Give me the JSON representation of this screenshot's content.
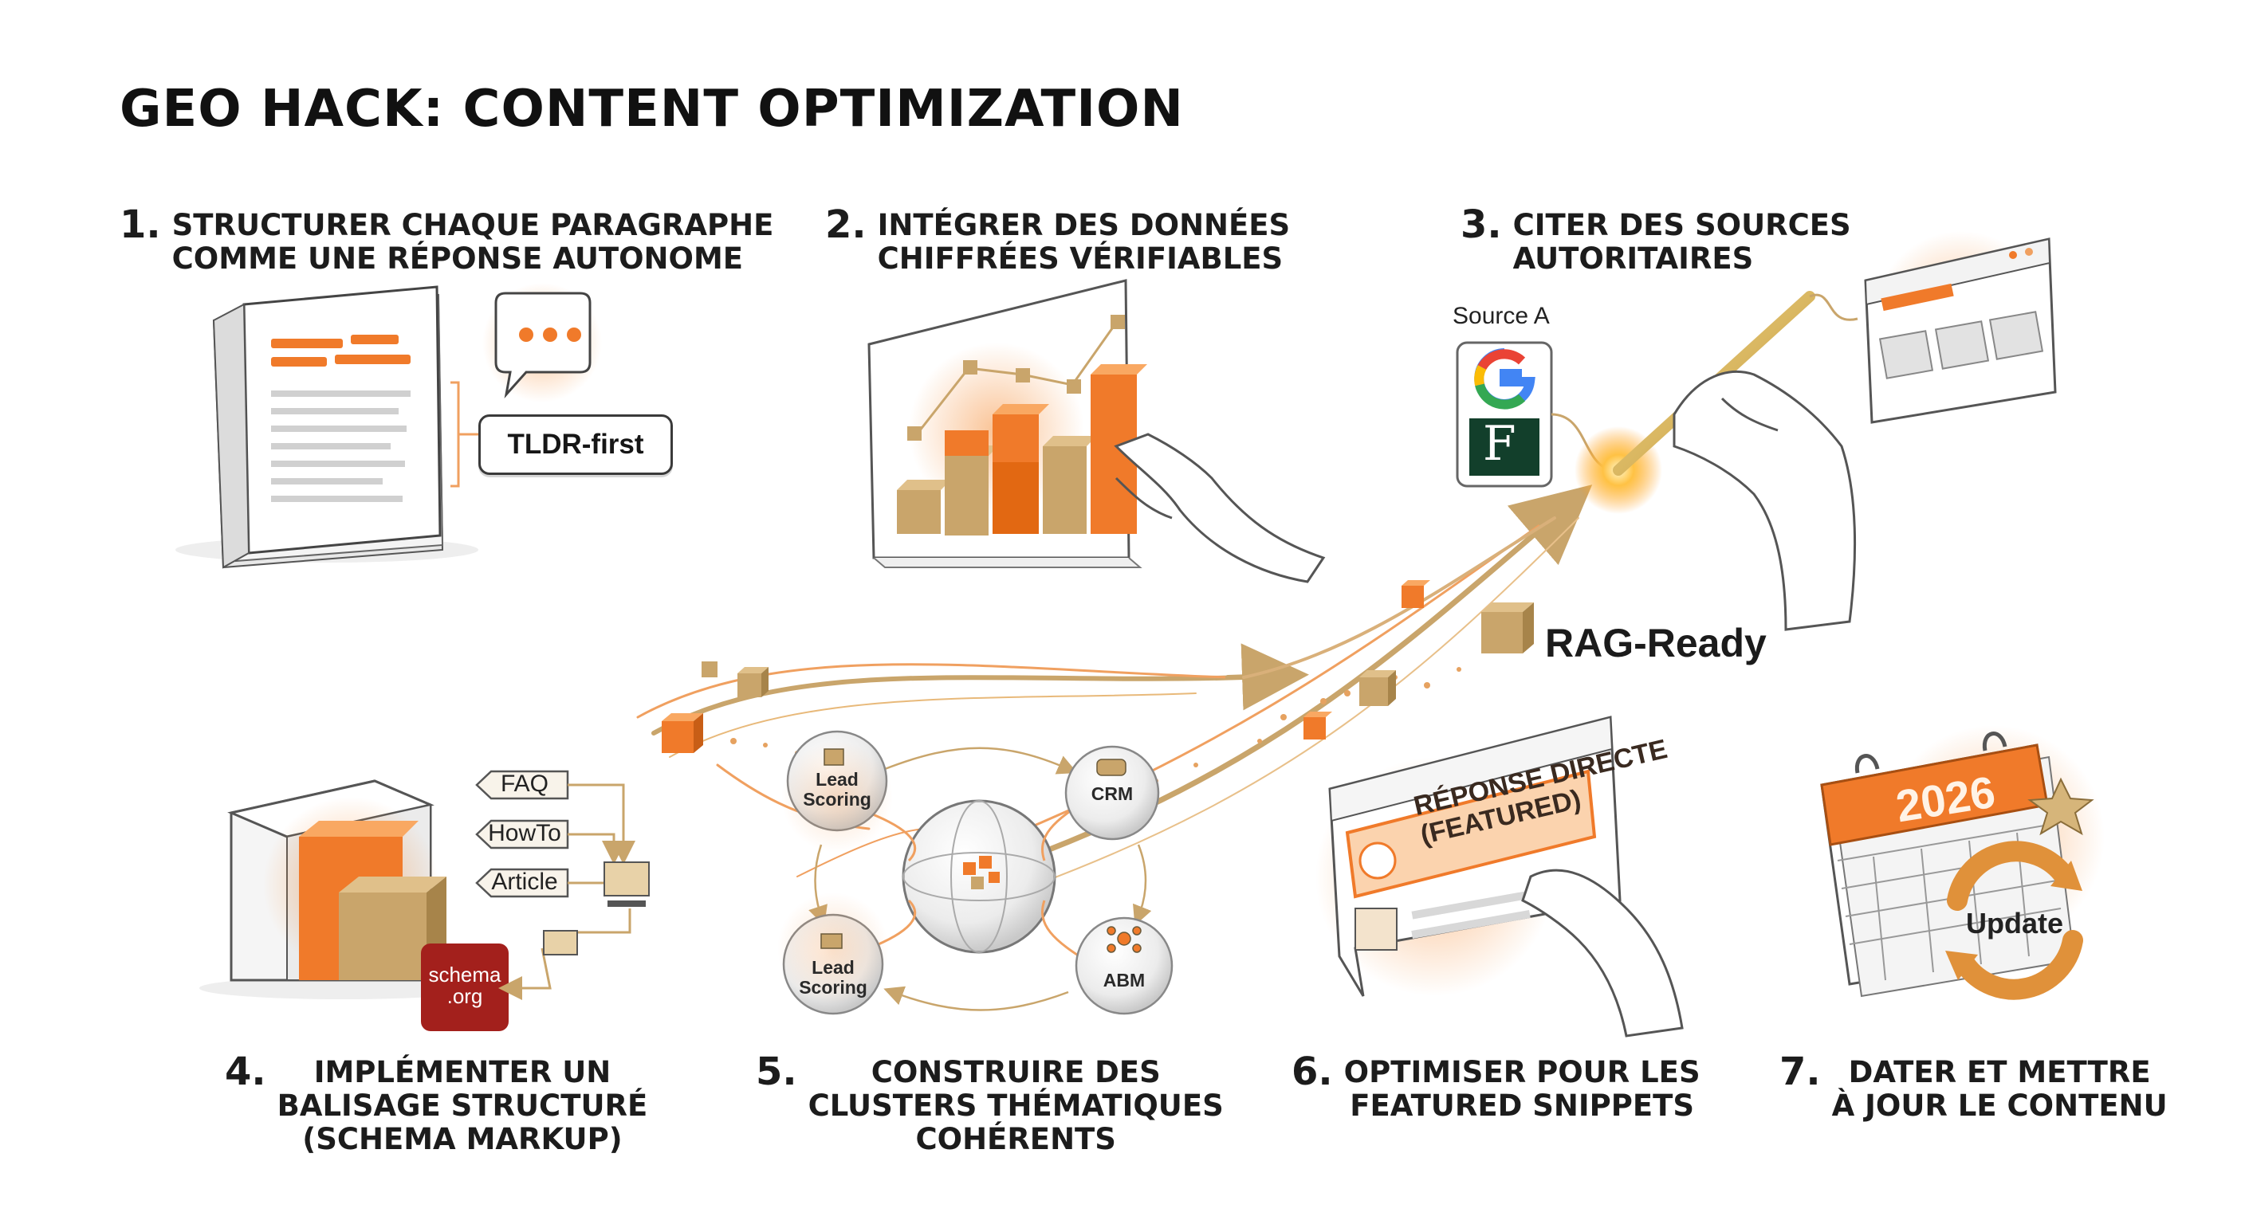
{
  "title": "GEO HACK: CONTENT OPTIMIZATION",
  "steps": [
    {
      "num": "1.",
      "lines": [
        "STRUCTURER CHAQUE PARAGRAPHE",
        "COMME UNE RÉPONSE AUTONOME"
      ]
    },
    {
      "num": "2.",
      "lines": [
        "INTÉGRER DES DONNÉES",
        "CHIFFRÉES VÉRIFIABLES"
      ]
    },
    {
      "num": "3.",
      "lines": [
        "CITER DES SOURCES",
        "AUTORITAIRES"
      ]
    },
    {
      "num": "4.",
      "lines": [
        "IMPLÉMENTER UN",
        "BALISAGE STRUCTURÉ",
        "(SCHEMA MARKUP)"
      ]
    },
    {
      "num": "5.",
      "lines": [
        "CONSTRUIRE DES",
        "CLUSTERS THÉMATIQUES",
        "COHÉRENTS"
      ]
    },
    {
      "num": "6.",
      "lines": [
        "OPTIMISER POUR LES",
        "FEATURED SNIPPETS"
      ]
    },
    {
      "num": "7.",
      "lines": [
        "DATER ET METTRE",
        "À JOUR LE CONTENU"
      ]
    }
  ],
  "labels": {
    "tldr": "TLDR-first",
    "source_a": "Source A",
    "source_f": "F",
    "rag_ready": "RAG-Ready",
    "schema_org": "schema\n.org",
    "featured_line1": "RÉPONSE DIRECTE",
    "featured_line2": "(FEATURED)",
    "year": "2026",
    "update": "Update"
  },
  "schema_tags": [
    "FAQ",
    "HowTo",
    "Article"
  ],
  "cluster_nodes": [
    {
      "label": "Lead\nScoring"
    },
    {
      "label": "CRM"
    },
    {
      "label": "Lead\nScoring"
    },
    {
      "label": "ABM"
    }
  ],
  "colors": {
    "accent": "#f07a2a",
    "accent_light": "#f9c79a",
    "tan": "#c9a56b",
    "ink": "#1c1c1c",
    "schema_red": "#a3201c",
    "google_blue": "#4285f4",
    "google_red": "#ea4335",
    "google_yellow": "#fbbc05",
    "google_green": "#34a853",
    "f_green": "#123f2b"
  }
}
